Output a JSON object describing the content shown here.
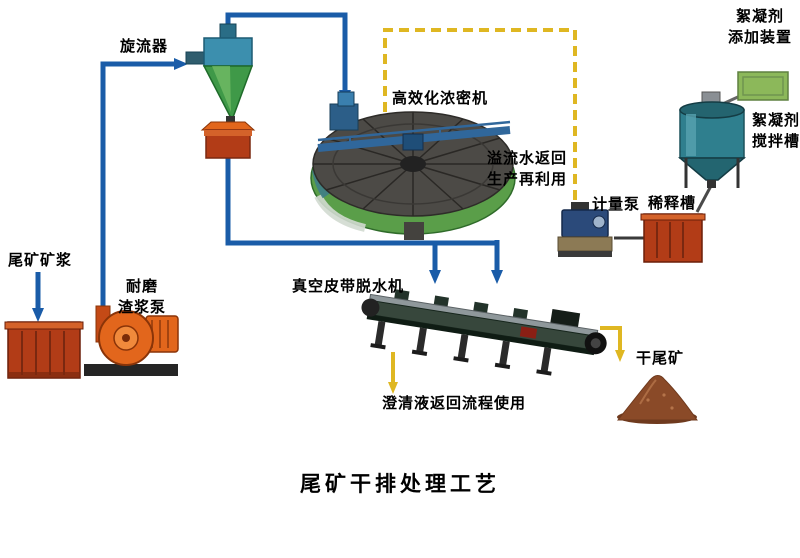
{
  "title": "尾矿干排处理工艺",
  "labels": {
    "cyclone": "旋流器",
    "tailings_slurry": "尾矿矿浆",
    "slurry_pump": "耐磨\n渣浆泵",
    "thickener": "高效化浓密机",
    "overflow_return": "溢流水返回\n生产再利用",
    "metering_pump": "计量泵",
    "flocculant_doser": "絮凝剂\n添加装置",
    "flocculant_mixing_tank": "絮凝剂\n搅拌槽",
    "dilution_tank": "稀释槽",
    "vacuum_belt_filter": "真空皮带脱水机",
    "clarified_liquid_return": "澄清液返回流程使用",
    "dry_tailings": "干尾矿"
  },
  "colors": {
    "slurry_flow": "#1a5ca8",
    "flocculant_flow": "#dfb722",
    "tank_red": "#b23c17",
    "tank_lip": "#d4622a",
    "pump_orange": "#e2661c",
    "doser_green": "#8cb85a",
    "mixer_teal": "#2f7f8e",
    "thickener_deck": "#4c4a46",
    "thickener_rim": "#5a9e49",
    "pile_brown": "#8a4a28",
    "text": "#000000"
  }
}
